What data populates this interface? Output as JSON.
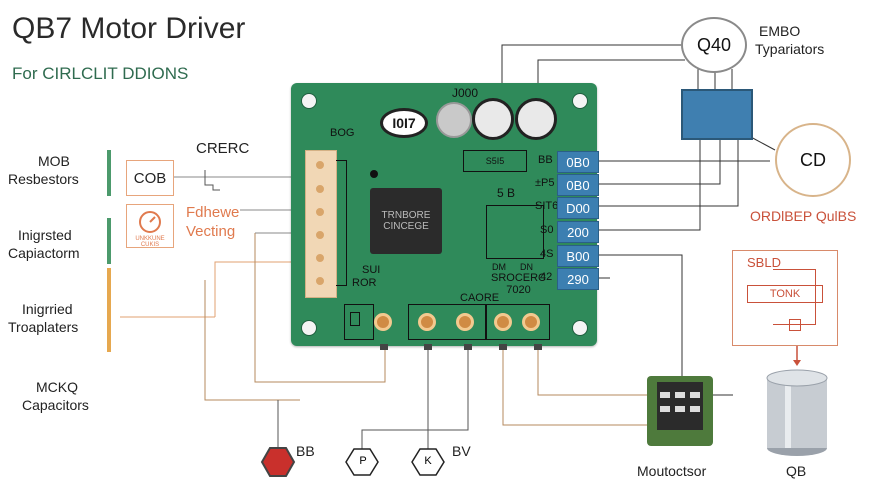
{
  "title": "QB7 Motor Driver",
  "subtitle": "For CIRLCLIT DDIONS",
  "left_labels": [
    {
      "line1": "MOB",
      "line2": "Resbestors"
    },
    {
      "line1": "Inigrsted",
      "line2": "Capiactorm"
    },
    {
      "line1": "Inigrried",
      "line2": "Troaplaters"
    },
    {
      "line1": "MCKQ",
      "line2": "Capacitors"
    }
  ],
  "cob_label": "COB",
  "crerc_label": "CRERC",
  "orange_label": {
    "line1": "Fdhewe",
    "line2": "Vecting"
  },
  "icon_caption": "UNKKUNE CUKIS",
  "board": {
    "top_label": "J000",
    "bog_label": "BOG",
    "logo_text": "I0I7",
    "chip_line1": "TRNBORE",
    "chip_line2": "CINCEGE",
    "resistor_label": "S5I5",
    "five_b": "5  B",
    "sui_line1": "SUI",
    "sui_line2": "ROR",
    "sroc_line1": "SROCERC",
    "sroc_line2": "7020",
    "caore": "CAORE",
    "dm": "DM",
    "dn": "DN"
  },
  "pins": [
    {
      "label": "BB",
      "value": "0B0"
    },
    {
      "label": "±P5",
      "value": "0B0"
    },
    {
      "label": "SIT6",
      "value": "D00"
    },
    {
      "label": "S0",
      "value": "200"
    },
    {
      "label": "4S",
      "value": "B00"
    },
    {
      "label": "42",
      "value": "290"
    }
  ],
  "q40_label": "Q40",
  "embo": {
    "line1": "EMBO",
    "line2": "Typariators"
  },
  "cd_label": "CD",
  "ordlbep": "ORDlBEP QulBS",
  "sbld_box": {
    "title": "SBLD",
    "inner": "TONK"
  },
  "qb_label": "QB",
  "moutoctsor": "Moutoctsor",
  "bottom": {
    "bb": "BB",
    "p": "P",
    "k": "K",
    "bv": "BV"
  },
  "colors": {
    "board": "#2f8a5a",
    "accent_orange": "#e07a4e",
    "pin_blue": "#3c7fb1",
    "wire": "#555555"
  }
}
